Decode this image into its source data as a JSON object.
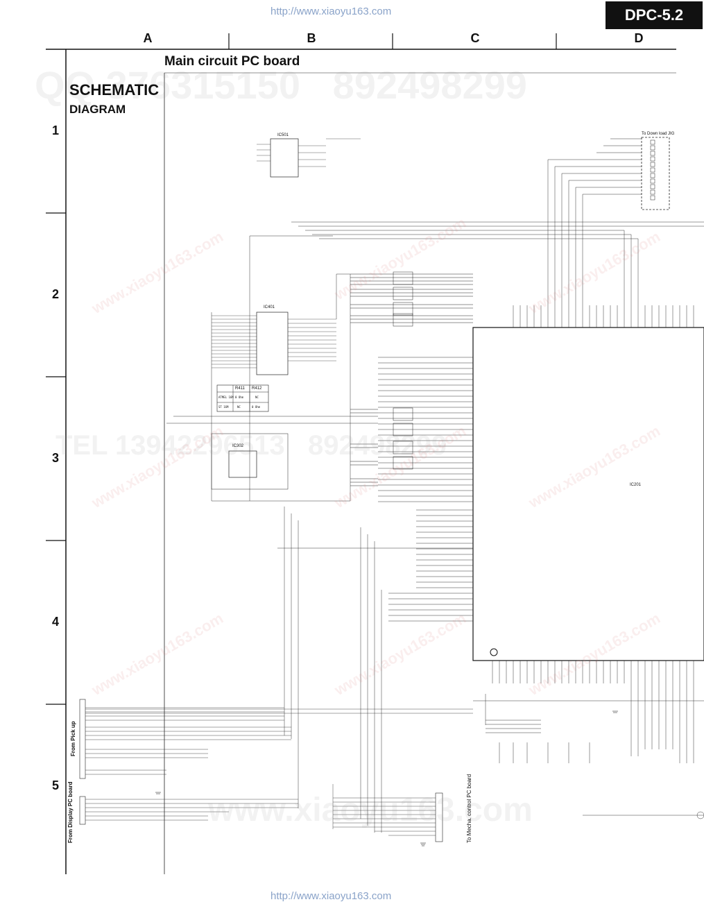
{
  "header": {
    "url_top": "http://www.xiaoyu163.com",
    "model": "DPC-5.2"
  },
  "grid": {
    "columns": [
      "A",
      "B",
      "C",
      "D"
    ],
    "rows": [
      "1",
      "2",
      "3",
      "4",
      "5"
    ]
  },
  "titles": {
    "board": "Main circuit PC board",
    "schematic": "SCHEMATIC",
    "diagram": "DIAGRAM"
  },
  "side_labels": {
    "pickup": "From Pick up",
    "display": "From Display PC board",
    "mecha": "To Mecha. control PC board",
    "download": "To Down load JIG"
  },
  "table": {
    "headers": [
      "",
      "R411",
      "R412"
    ],
    "rows": [
      [
        "ATMEL 16M",
        "0 Ohm",
        "NC"
      ],
      [
        "ST 16M",
        "NC",
        "0 Ohm"
      ]
    ]
  },
  "chips": {
    "main": "IC201",
    "flash": "IC401",
    "small1": "IC501",
    "small2": "IC302"
  },
  "footer": {
    "url_bottom": "http://www.xiaoyu163.com"
  }
}
